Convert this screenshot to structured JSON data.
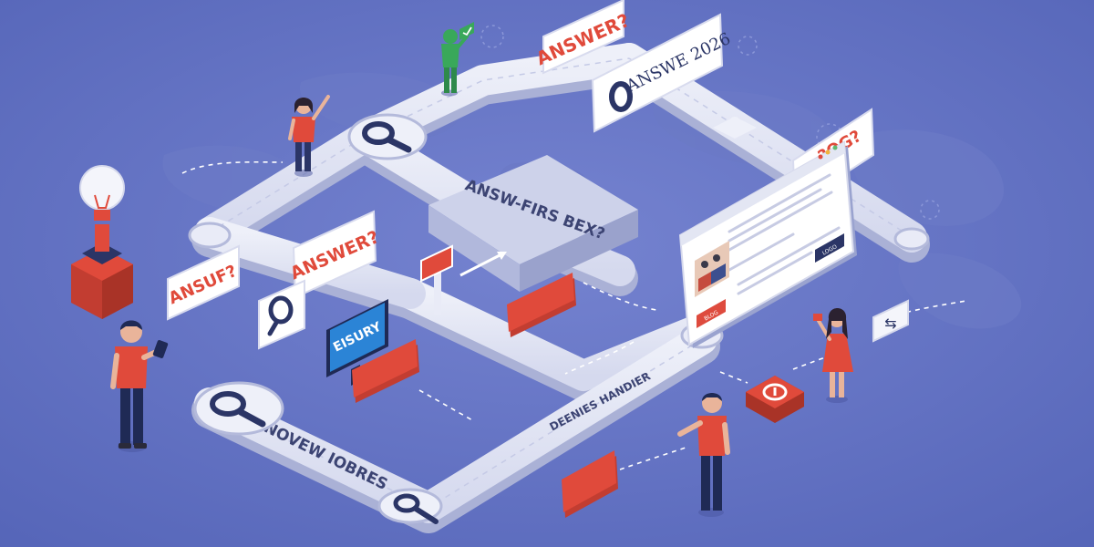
{
  "colors": {
    "background": "#5f6fc2",
    "path": "#e3e6f3",
    "path_side": "#b4badb",
    "accent_red": "#de4b3e",
    "navy": "#2b3566",
    "screen_blue": "#2b84d6"
  },
  "bubbles": {
    "answer_top": "ANSWER?",
    "answe_2026": "ANSWE 2026",
    "answer_left": "ANSWER?",
    "ansuf": "ANSUF?",
    "right_top": "?OG?"
  },
  "road_labels": {
    "answ_firs_bex": "ANSW-FIRS BEX?",
    "denies_handier": "DEENIES HANDIER",
    "novew_iobres": "NOVEW IOBRES"
  },
  "monitor": {
    "screen_text": "EISURY"
  },
  "browser_window": {
    "button_1": "LOGO",
    "button_2": "BLOG"
  },
  "icons": [
    "lightbulb-icon",
    "magnifier-icon",
    "check-icon",
    "error-icon",
    "double-arrow-icon",
    "puzzle-icon"
  ]
}
